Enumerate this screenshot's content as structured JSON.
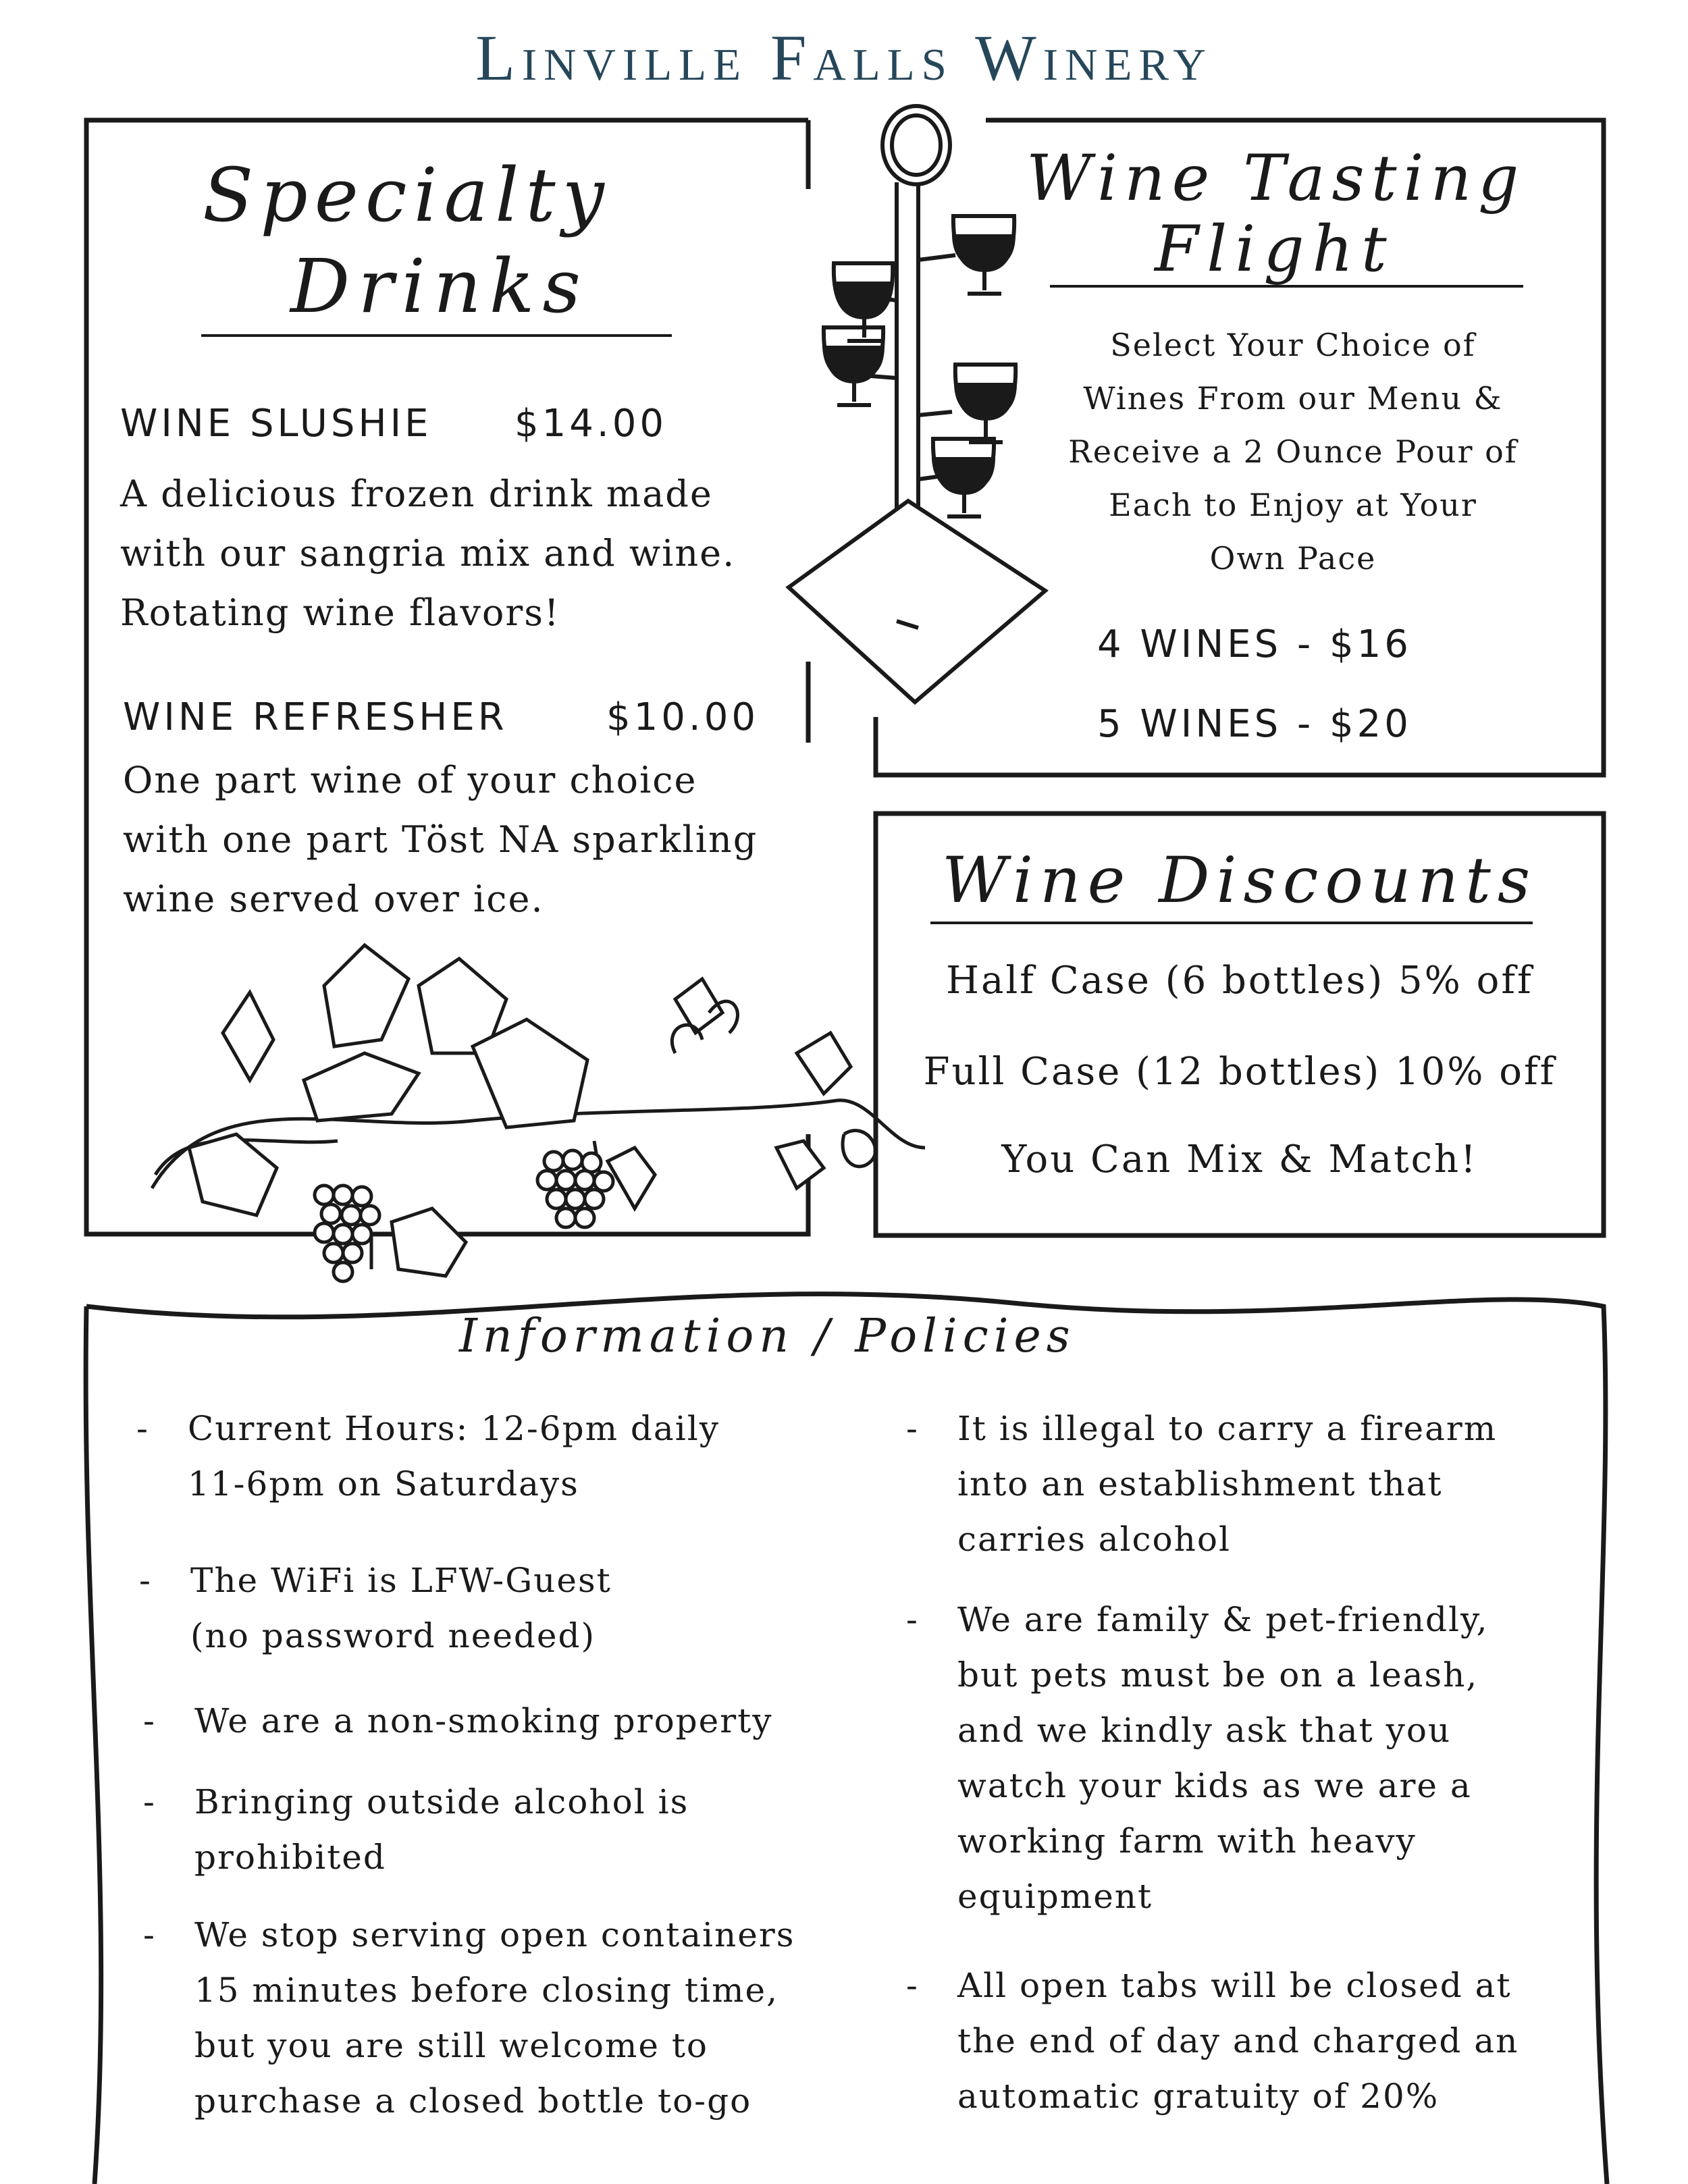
{
  "header": {
    "title": "Linville Falls Winery"
  },
  "specialty": {
    "title_line1": "Specialty",
    "title_line2": "Drinks",
    "items": [
      {
        "name": "WINE SLUSHIE",
        "price": "$14.00",
        "desc_lines": [
          "A delicious frozen drink made",
          "with our sangria mix and wine.",
          "Rotating wine flavors!"
        ]
      },
      {
        "name": "WINE REFRESHER",
        "price": "$10.00",
        "desc_lines": [
          "One part wine of your choice",
          "with one part Töst NA sparkling",
          "wine served over ice."
        ]
      }
    ]
  },
  "flight": {
    "title_line1": "Wine Tasting",
    "title_line2": "Flight",
    "desc_lines": [
      "Select Your Choice of",
      "Wines From our Menu &",
      "Receive a 2 Ounce Pour of",
      "Each to Enjoy at Your",
      "Own Pace"
    ],
    "prices": [
      "4 WINES - $16",
      "5 WINES - $20"
    ]
  },
  "discounts": {
    "title": "Wine Discounts",
    "lines": [
      "Half Case (6 bottles) 5% off",
      "Full Case (12 bottles) 10% off",
      "You Can Mix & Match!"
    ]
  },
  "info": {
    "title": "Information / Policies",
    "left": [
      {
        "lines": [
          "Current Hours: 12-6pm daily",
          "11-6pm on Saturdays"
        ]
      },
      {
        "lines": [
          "The WiFi is LFW-Guest",
          "(no password needed)"
        ]
      },
      {
        "lines": [
          "We are a non-smoking property"
        ]
      },
      {
        "lines": [
          "Bringing outside alcohol is",
          "prohibited"
        ]
      },
      {
        "lines": [
          "We stop serving open containers",
          "15 minutes before closing time,",
          "but you are still welcome to",
          "purchase a closed bottle to-go"
        ]
      }
    ],
    "right": [
      {
        "lines": [
          "It is illegal to carry a firearm",
          "into an establishment that",
          "carries alcohol"
        ]
      },
      {
        "lines": [
          "We are family & pet-friendly,",
          "but pets must be on a leash,",
          "and we kindly ask that you",
          "watch your kids as we are a",
          "working farm with heavy",
          "equipment"
        ]
      },
      {
        "lines": [
          "All open tabs will be closed at",
          "the end of day and charged an",
          "automatic gratuity of 20%"
        ]
      }
    ]
  },
  "icons": {
    "flight_stand": "wine-flight-stand-illustration",
    "vine": "grapevine-illustration"
  },
  "colors": {
    "title": "#26475a",
    "ink": "#1a1a1a"
  }
}
